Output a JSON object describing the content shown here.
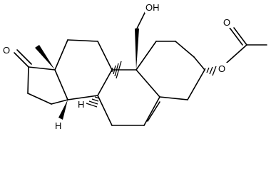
{
  "molecule": {
    "atom_labels": {
      "ketone_oxygen": "O",
      "hydroxyl_group": "OH",
      "ester_oxygen": "O",
      "carbonyl_oxygen": "O",
      "h_c8": "H",
      "h_c14": "H"
    }
  }
}
